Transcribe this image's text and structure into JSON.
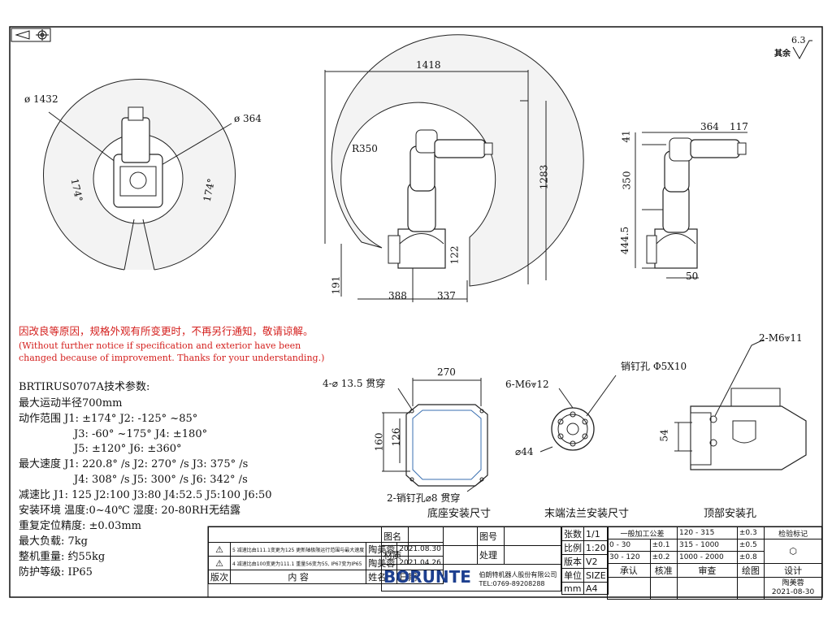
{
  "drawing": {
    "roughness": {
      "value": "6.3",
      "label": "其余"
    },
    "views": {
      "top": {
        "dia_outer": "ø 1432",
        "dia_inner": "ø 364",
        "angle_left": "174°",
        "angle_right": "174°"
      },
      "front": {
        "width": "1418",
        "height": "1283",
        "radius": "R350",
        "base_h": "191",
        "offset": "122",
        "left_w": "388",
        "right_w": "337"
      },
      "side": {
        "d364": "364",
        "d117": "117",
        "d41": "41",
        "d350": "350",
        "d444": "444.5",
        "d50": "50"
      },
      "base": {
        "width": "270",
        "h160": "160",
        "h126": "126",
        "holes": "4-⌀ 13.5 贯穿",
        "pins": "2-销钉孔⌀8 贯穿",
        "caption": "底座安装尺寸"
      },
      "flange": {
        "tap": "6-M6⩔12",
        "pin": "销钉孔 Φ5X10",
        "dia": "⌀44",
        "caption": "末端法兰安装尺寸"
      },
      "topmount": {
        "tap": "2-M6⩔11",
        "d54": "54",
        "caption": "顶部安装孔"
      }
    }
  },
  "notice": {
    "cn": "因改良等原因，规格外观有所变更时，不再另行通知，敬请谅解。",
    "en1": "(Without further notice if specification and exterior have been",
    "en2": "changed because of improvement. Thanks for your understanding.)"
  },
  "specs": {
    "title": "BRTIRUS0707A技术参数:",
    "reach": "最大运动半径700mm",
    "range1": "动作范围 J1: ±174°        J2: -125° ~85°",
    "range2": "J3: -60° ~175°    J4: ±180°",
    "range3": "J5: ±120°        J6: ±360°",
    "speed1": "最大速度 J1: 220.8° /s    J2: 270° /s    J3: 375° /s",
    "speed2": "J4: 308° /s         J5: 300° /s    J6: 342° /s",
    "ratio": "减速比    J1: 125   J2:100   J3:80   J4:52.5   J5:100   J6:50",
    "env": "安装环境  温度:0~40℃     湿度: 20-80RH无结露",
    "repeat": "重复定位精度: ±0.03mm",
    "load": "最大负载: 7kg",
    "weight": "整机重量: 约55kg",
    "ip": "防护等级: IP65"
  },
  "titleblock": {
    "rev1_text": "5 减速比由111.1变更为125 更新轴极限运行范围与最大速度",
    "rev1_name": "陶美蓉",
    "rev1_date": "2021.08.30",
    "rev2_text": "4 减速比由100变更为111.1 重量56变为55, IP67变为IP65",
    "rev2_name": "陶美蓉",
    "rev2_date": "2021.04.26",
    "hdr_rev": "版次",
    "hdr_content": "内  容",
    "hdr_name": "姓名",
    "hdr_date": "日期",
    "tuming": "图名",
    "tuhao": "图号",
    "cailiao": "材质",
    "chuli": "处理",
    "sheets_lbl": "张数",
    "sheets": "1/1",
    "scale_lbl": "比例",
    "scale": "1:20",
    "ver_lbl": "版本",
    "ver": "V2",
    "unit_lbl": "单位",
    "unit": "mm",
    "size_lbl": "SIZE",
    "size": "A4",
    "tol_title": "一般加工公差",
    "tol": [
      [
        "0 - 30",
        "±0.1",
        "315 - 1000",
        "±0.5"
      ],
      [
        "30 - 120",
        "±0.2",
        "1000 - 2000",
        "±0.8"
      ]
    ],
    "tol_hdr": [
      "120 - 315",
      "±0.3"
    ],
    "check_lbl": "检验标记",
    "approve": "承认",
    "verify": "核准",
    "review": "审查",
    "draw": "绘图",
    "design": "设计",
    "designer": "陶美蓉",
    "design_date": "2021-08-30",
    "brand": "BORUNTE",
    "company": "伯朗特机器人股份有限公司",
    "tel": "TEL:0769-89208288"
  }
}
